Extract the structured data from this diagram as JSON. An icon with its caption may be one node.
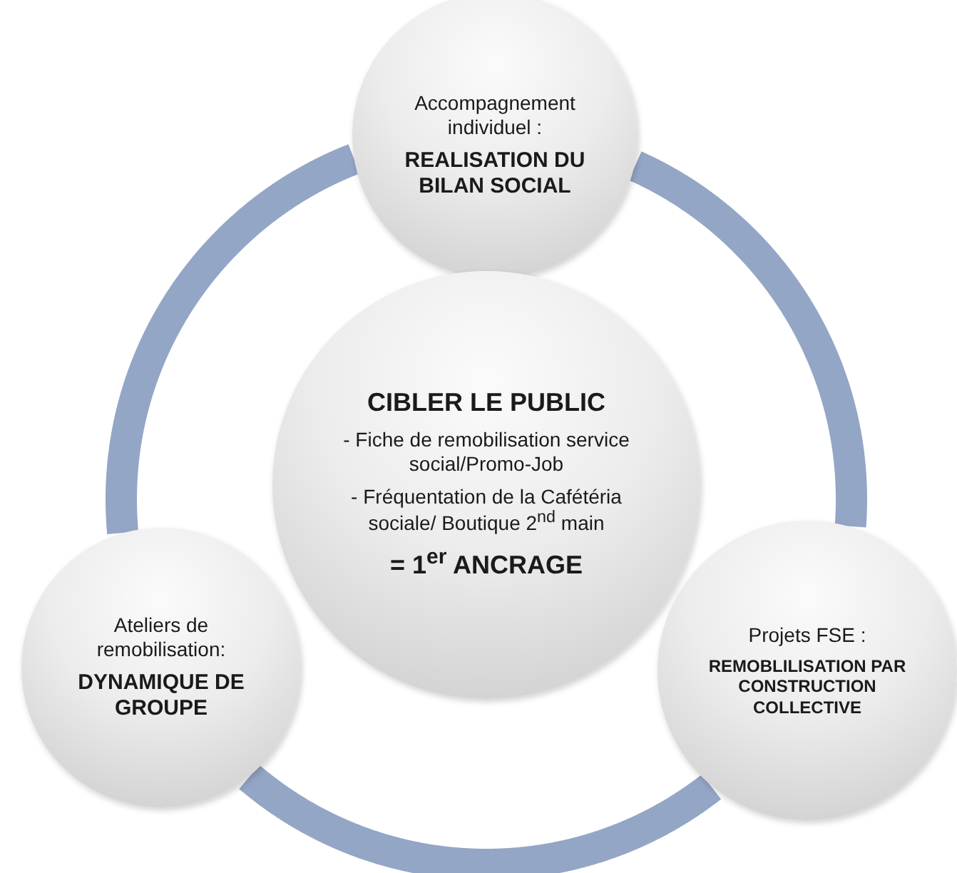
{
  "diagram": {
    "nodes": [
      {
        "text": [
          "Accompagnement individuel :",
          "REALISATION DU BILAN SOCIAL"
        ]
      },
      {
        "text": [
          "CIBLER LE PUBLIC",
          "- Fiche de remobilisation service social/Promo-Job",
          "- Fréquentation de la Cafétéria sociale/ Boutique 2$^{nd}$ main",
          "= 1$^{er}$ ANCRAGE"
        ]
      },
      {
        "text": [
          "Ateliers de remobilisation:",
          "DYNAMIQUE DE GROUPE"
        ]
      },
      {
        "text": [
          "Projets  FSE :",
          "REMOBLILISATION PAR CONSTRUCTION COLLECTIVE"
        ]
      }
    ],
    "edges": [
      {
        "from": 0,
        "to": 2,
        "arrow": "none"
      },
      {
        "from": 2,
        "to": 3,
        "arrow": "none"
      },
      {
        "from": 3,
        "to": 0,
        "arrow": "none"
      }
    ]
  }
}
